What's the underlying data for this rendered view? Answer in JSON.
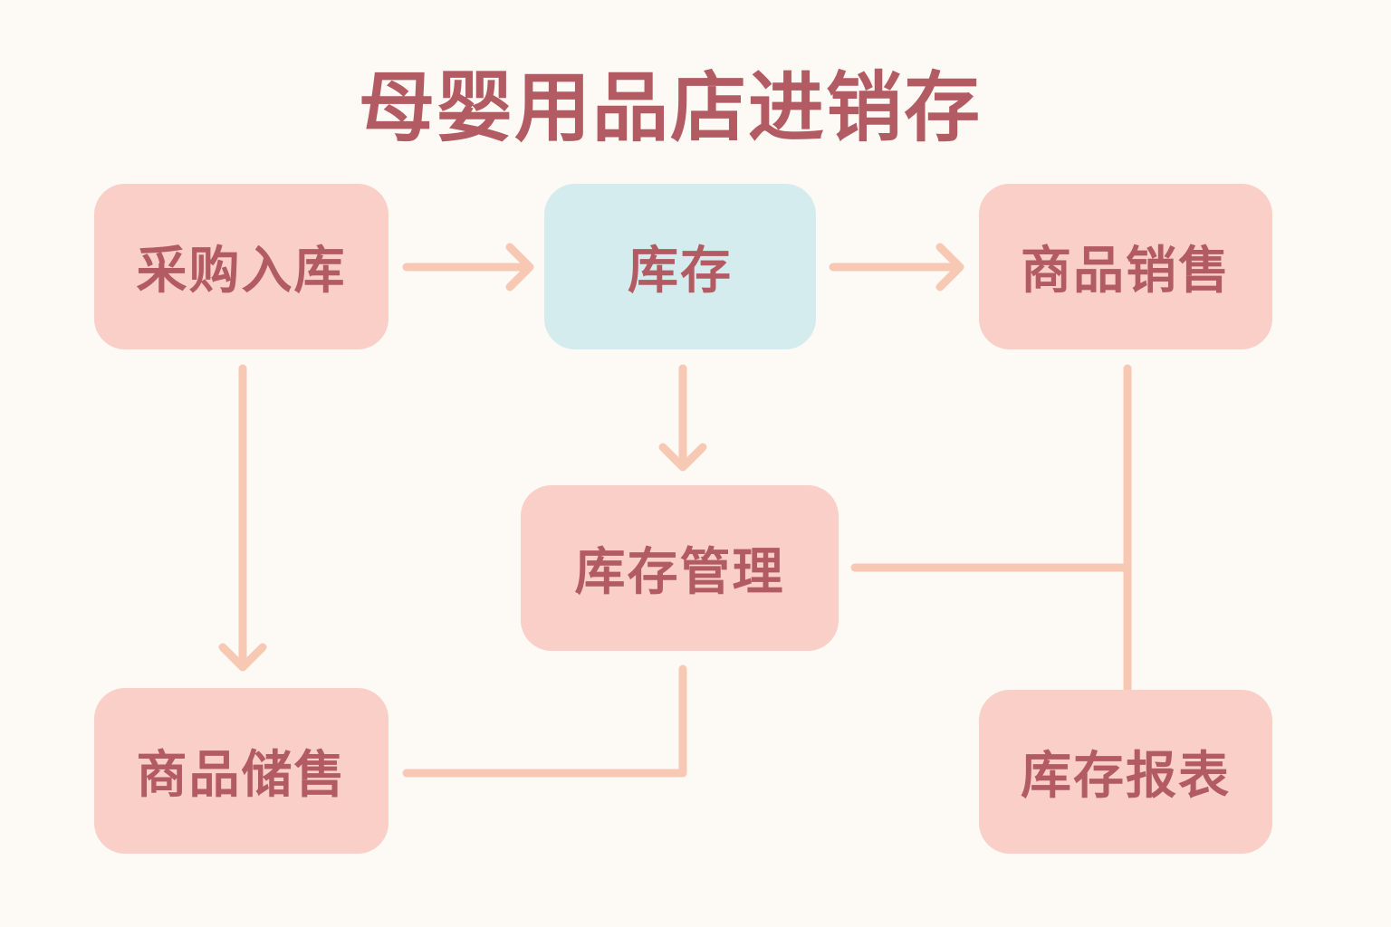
{
  "title": "母婴用品店进销存",
  "colors": {
    "background": "#fdf9f5",
    "node_fill": "#f9cfc7",
    "center_node_fill": "#d5ecee",
    "text": "#b25b63",
    "connector": "#f7c9b4"
  },
  "nodes": {
    "purchase": "采购入库",
    "inventory": "库存",
    "sales": "商品销售",
    "management": "库存管理",
    "storage": "商品储售",
    "report": "库存报表"
  },
  "edges": [
    {
      "from": "采购入库",
      "to": "库存",
      "type": "arrow"
    },
    {
      "from": "库存",
      "to": "商品销售",
      "type": "arrow"
    },
    {
      "from": "库存",
      "to": "库存管理",
      "type": "arrow"
    },
    {
      "from": "采购入库",
      "to": "商品储售",
      "type": "arrow"
    },
    {
      "from": "库存管理",
      "to": "商品储售",
      "type": "line"
    },
    {
      "from": "库存管理",
      "to": "库存报表",
      "type": "line"
    },
    {
      "from": "商品销售",
      "to": "库存报表",
      "type": "line"
    }
  ]
}
